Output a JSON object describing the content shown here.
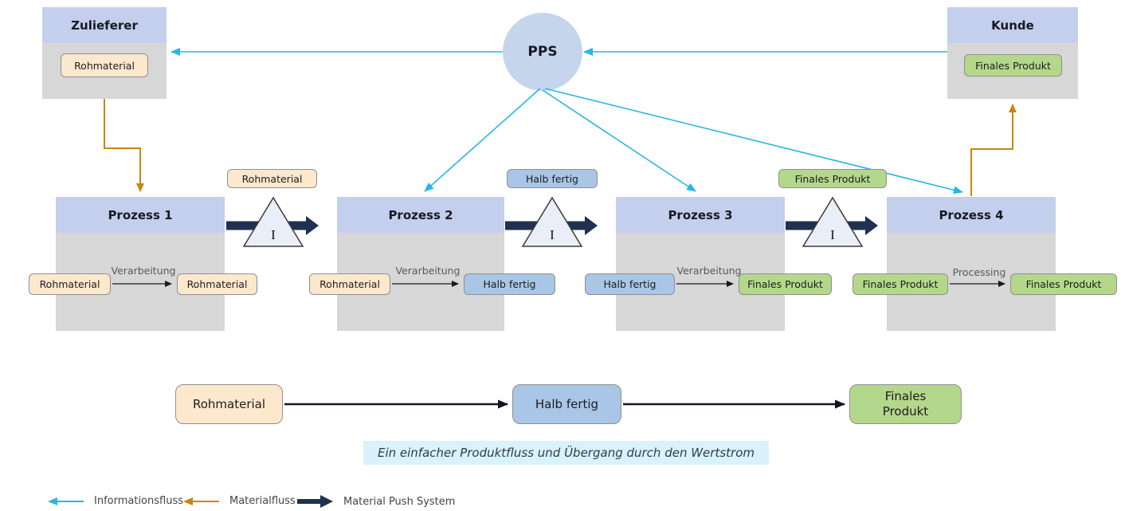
{
  "colors": {
    "header_blue": "#c3cfec",
    "body_gray": "#d7d7d7",
    "pps_fill": "#c5d5ec",
    "cream": "#fce8cd",
    "blue_pill": "#a9c6e6",
    "green_pill": "#b4d88b",
    "caption_bg": "#d9f2fc",
    "info": "#29b6e8",
    "material": "#c8860e",
    "push": "#1f3050"
  },
  "supplier": {
    "title": "Zulieferer",
    "item": "Rohmaterial"
  },
  "customer": {
    "title": "Kunde",
    "item": "Finales Produkt"
  },
  "pps": {
    "label": "PPS"
  },
  "processes": [
    {
      "title": "Prozess 1",
      "input": "Rohmaterial",
      "action": "Verarbeitung",
      "output": "Rohmaterial"
    },
    {
      "title": "Prozess 2",
      "input": "Rohmaterial",
      "action": "Verarbeitung",
      "output": "Halb fertig"
    },
    {
      "title": "Prozess 3",
      "input": "Halb fertig",
      "action": "Verarbeitung",
      "output": "Finales Produkt"
    },
    {
      "title": "Prozess 4",
      "input": "Finales Produkt",
      "action": "Processing",
      "output": "Finales Produkt"
    }
  ],
  "inventory": {
    "label": "I"
  },
  "buffers": [
    "Rohmaterial",
    "Halb fertig",
    "Finales Produkt"
  ],
  "product_flow": {
    "stages": [
      "Rohmaterial",
      "Halb fertig",
      "Finales Produkt"
    ],
    "caption": "Ein einfacher Produktfluss und Übergang durch den Wertstrom"
  },
  "legend": {
    "items": [
      "Informationsfluss",
      "Materialfluss",
      "Material Push System"
    ]
  }
}
